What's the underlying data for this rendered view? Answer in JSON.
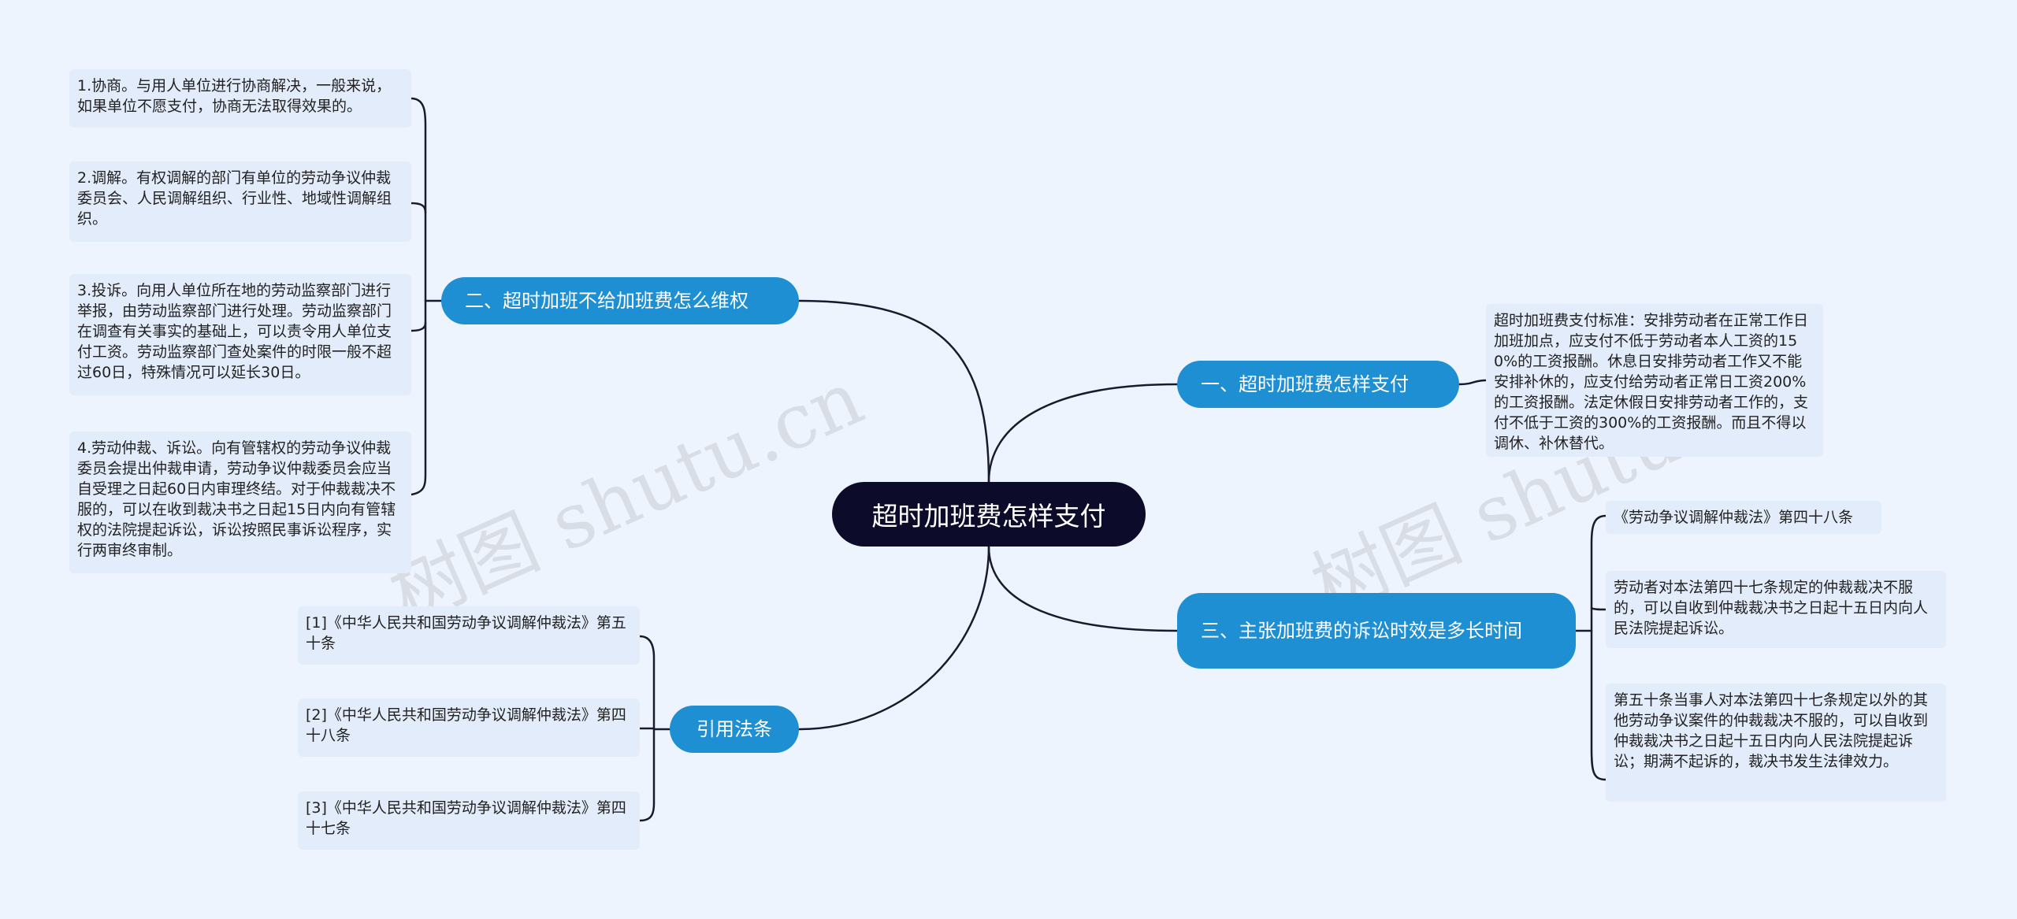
{
  "root": {
    "label": "超时加班费怎样支付"
  },
  "branches": {
    "b1": {
      "label": "一、超时加班费怎样支付"
    },
    "b2": {
      "label": "二、超时加班不给加班费怎么维权"
    },
    "b3": {
      "label": "三、主张加班费的诉讼时效是多长时间"
    },
    "b4": {
      "label": "引用法条"
    }
  },
  "leaves": {
    "b1_0": "超时加班费支付标准：安排劳动者在正常工作日加班加点，应支付不低于劳动者本人工资的150%的工资报酬。休息日安排劳动者工作又不能安排补休的，应支付给劳动者正常日工资200%的工资报酬。法定休假日安排劳动者工作的，支付不低于工资的300%的工资报酬。而且不得以调休、补休替代。",
    "b2_0": "1.协商。与用人单位进行协商解决，一般来说，如果单位不愿支付，协商无法取得效果的。",
    "b2_1": "2.调解。有权调解的部门有单位的劳动争议仲裁委员会、人民调解组织、行业性、地域性调解组织。",
    "b2_2": "3.投诉。向用人单位所在地的劳动监察部门进行举报，由劳动监察部门进行处理。劳动监察部门在调查有关事实的基础上，可以责令用人单位支付工资。劳动监察部门查处案件的时限一般不超过60日，特殊情况可以延长30日。",
    "b2_3": "4.劳动仲裁、诉讼。向有管辖权的劳动争议仲裁委员会提出仲裁申请，劳动争议仲裁委员会应当自受理之日起60日内审理终结。对于仲裁裁决不服的，可以在收到裁决书之日起15日内向有管辖权的法院提起诉讼，诉讼按照民事诉讼程序，实行两审终审制。",
    "b3_0": "《劳动争议调解仲裁法》第四十八条",
    "b3_1": "劳动者对本法第四十七条规定的仲裁裁决不服的，可以自收到仲裁裁决书之日起十五日内向人民法院提起诉讼。",
    "b3_2": "第五十条当事人对本法第四十七条规定以外的其他劳动争议案件的仲裁裁决不服的，可以自收到仲裁裁决书之日起十五日内向人民法院提起诉讼；期满不起诉的，裁决书发生法律效力。",
    "b4_0": "[1]《中华人民共和国劳动争议调解仲裁法》第五十条",
    "b4_1": "[2]《中华人民共和国劳动争议调解仲裁法》第四十八条",
    "b4_2": "[3]《中华人民共和国劳动争议调解仲裁法》第四十七条"
  },
  "watermarks": [
    "树图 shutu.cn",
    "树图 shutu.cn"
  ],
  "colors": {
    "background": "#eef4fd",
    "root": "#0d0b2a",
    "branch": "#1e8fd3",
    "leaf": "#e3ecfa",
    "connector": "#1a1a2e"
  }
}
